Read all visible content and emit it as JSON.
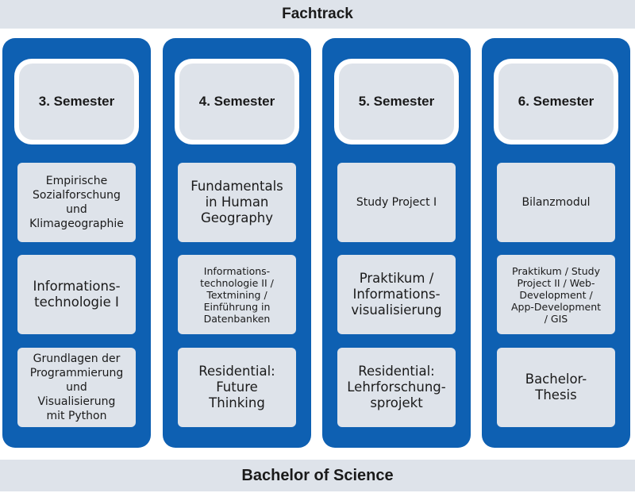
{
  "header": "Fachtrack",
  "footer": "Bachelor of Science",
  "columns": [
    {
      "semester": "3. Semester",
      "modules": [
        "Empirische\nSozialforschung\nund\nKlimageographie",
        "Informations-\ntechnologie I",
        "Grundlagen der\nProgrammierung\nund\nVisualisierung\nmit Python"
      ]
    },
    {
      "semester": "4. Semester",
      "modules": [
        "Fundamentals\nin Human\nGeography",
        "Informations-\ntechnologie II /\nTextmining /\nEinführung in\nDatenbanken",
        "Residential:\nFuture\nThinking"
      ]
    },
    {
      "semester": "5. Semester",
      "modules": [
        "Study Project I",
        "Praktikum /\nInformations-\nvisualisierung",
        "Residential:\nLehrforschung-\nsprojekt"
      ]
    },
    {
      "semester": "6. Semester",
      "modules": [
        "Bilanzmodul",
        "Praktikum / Study\nProject II / Web-\nDevelopment /\nApp-Development\n/ GIS",
        "Bachelor-\nThesis"
      ]
    }
  ]
}
